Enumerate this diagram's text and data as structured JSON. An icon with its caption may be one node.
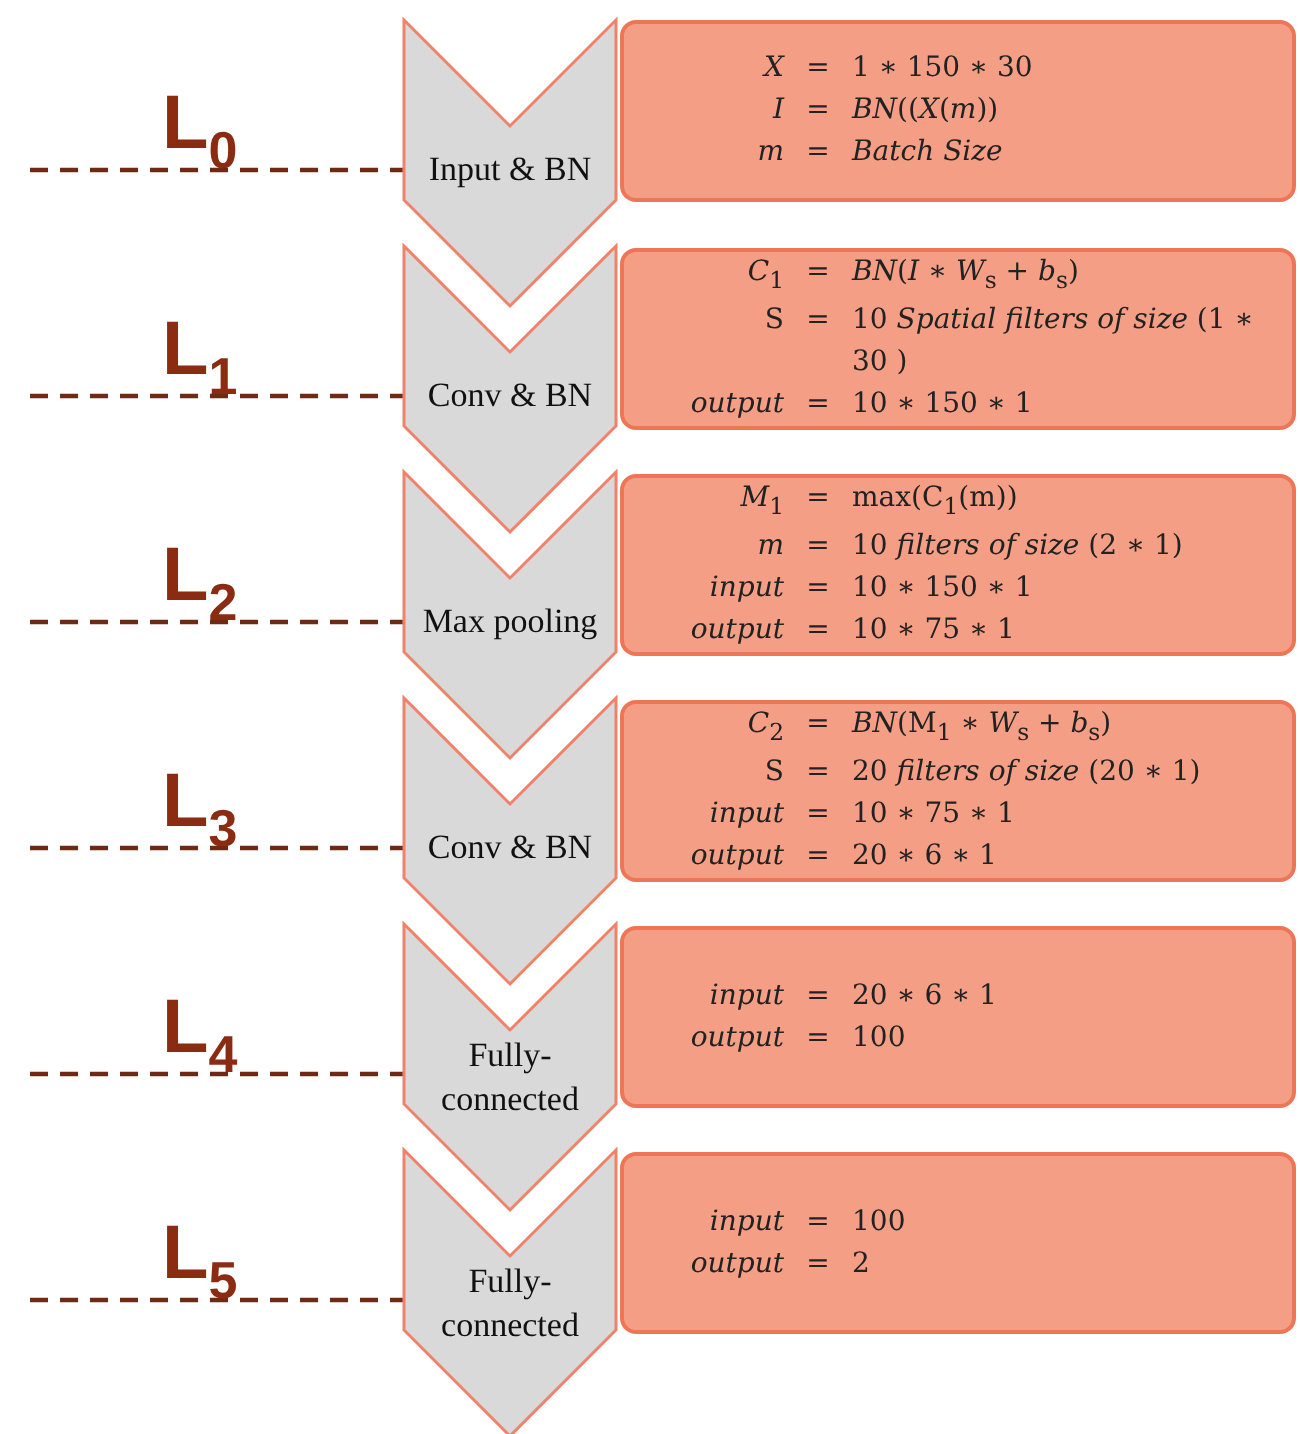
{
  "diagram": {
    "nodes": [
      {
        "text": [
          "L$_{0}$"
        ]
      },
      {
        "text": [
          "Input & BN"
        ]
      },
      {
        "text": [
          "*X*",
          "=",
          "1 ∗ 150 ∗ 30",
          "*I*",
          "=",
          "*BN*((*X*(*m*))",
          "*m*",
          "=",
          "*Batch Size*"
        ]
      },
      {
        "text": [
          "L$_{1}$"
        ]
      },
      {
        "text": [
          "Conv & BN"
        ]
      },
      {
        "text": [
          "*C*$_{1}$",
          "=",
          "*BN*(*I* ∗ *W*$_{s}$ + *b*$_{s}$)",
          "S",
          "=",
          "10 *Spatial filters of size* (1 ∗ 30 )",
          "*output*",
          "=",
          "10 ∗ 150 ∗ 1"
        ]
      },
      {
        "text": [
          "L$_{2}$"
        ]
      },
      {
        "text": [
          "Max pooling"
        ]
      },
      {
        "text": [
          "*M*$_{1}$",
          "=",
          "max(C$_{1}$(m))",
          "*m*",
          "=",
          "10 *filters of size* (2 ∗ 1)",
          "*input*",
          "=",
          "10 ∗ 150 ∗ 1",
          "*output*",
          "=",
          "10 ∗ 75 ∗ 1"
        ]
      },
      {
        "text": [
          "L$_{3}$"
        ]
      },
      {
        "text": [
          "Conv & BN"
        ]
      },
      {
        "text": [
          "*C*$_{2}$",
          "=",
          "*BN*(M$_{1}$ ∗ *W*$_{s}$ + *b*$_{s}$)",
          "S",
          "=",
          "20 *filters of size* (20 ∗ 1)",
          "*input*",
          "=",
          "10 ∗ 75 ∗ 1",
          "*output*",
          "=",
          "20 ∗ 6 ∗ 1"
        ]
      },
      {
        "text": [
          "L$_{4}$"
        ]
      },
      {
        "text": [
          "Fully-connected"
        ]
      },
      {
        "text": [
          "*input*",
          "=",
          "20 ∗ 6 ∗ 1",
          "*output*",
          "=",
          "100"
        ]
      },
      {
        "text": [
          "L$_{5}$"
        ]
      },
      {
        "text": [
          "Fully-connected"
        ]
      },
      {
        "text": [
          "*input*",
          "=",
          "100",
          "*output*",
          "=",
          "2"
        ]
      }
    ],
    "edges": [
      {
        "from": 0,
        "to": 1,
        "arrow": "none",
        "style": "dashed"
      },
      {
        "from": 3,
        "to": 4,
        "arrow": "none",
        "style": "dashed"
      },
      {
        "from": 6,
        "to": 7,
        "arrow": "none",
        "style": "dashed"
      },
      {
        "from": 9,
        "to": 10,
        "arrow": "none",
        "style": "dashed"
      },
      {
        "from": 12,
        "to": 13,
        "arrow": "none",
        "style": "dashed"
      },
      {
        "from": 15,
        "to": 16,
        "arrow": "none",
        "style": "dashed"
      }
    ]
  }
}
